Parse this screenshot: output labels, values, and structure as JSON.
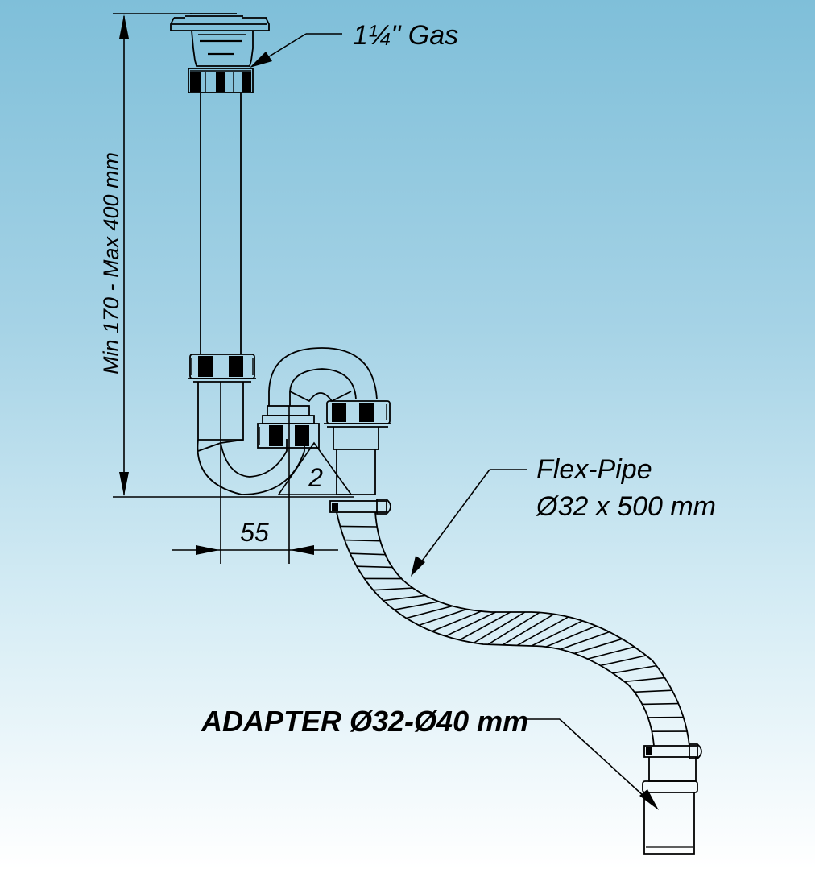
{
  "title": "Bottle trap with telescopic tube and flexible pipe",
  "labels": {
    "gas_thread": "1¼\" Gas",
    "height_range": "Min 170 - Max 400 mm",
    "offset_dimension": "55",
    "trap_marker": "2",
    "flex_pipe_line1": "Flex-Pipe",
    "flex_pipe_line2": "Ø32 x 500 mm",
    "adapter": "ADAPTER Ø32-Ø40 mm"
  },
  "colors": {
    "background_top": "#7fbfd9",
    "background_bottom": "#ffffff",
    "line": "#000000"
  }
}
